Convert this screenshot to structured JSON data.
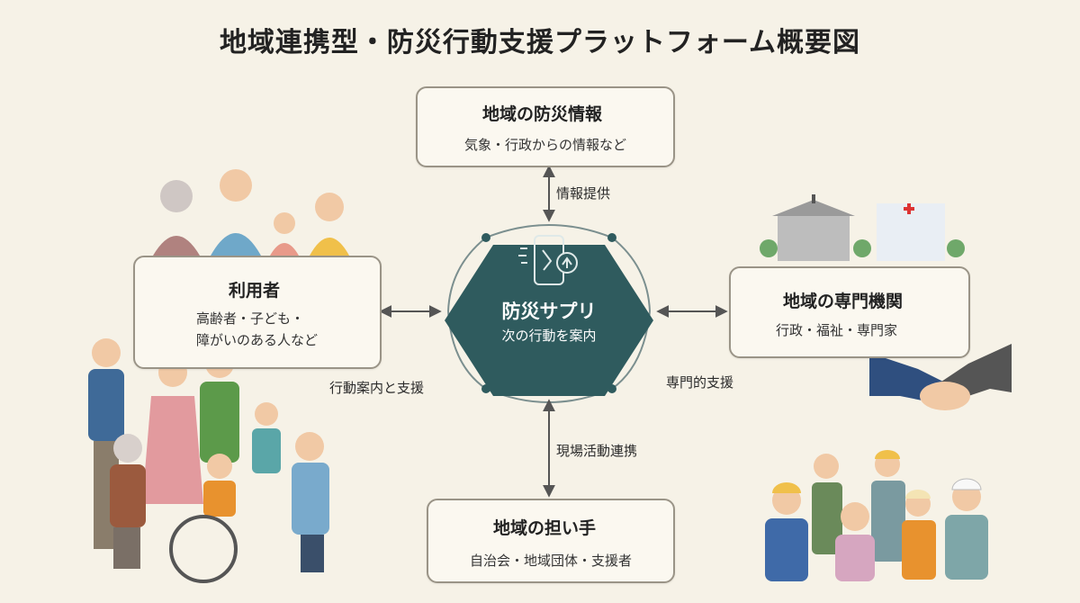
{
  "title": "地域連携型・防災行動支援プラットフォーム概要図",
  "center": {
    "title": "防災サプリ",
    "subtitle": "次の行動を案内"
  },
  "nodes": {
    "info": {
      "title": "地域の防災情報",
      "subtitle": "気象・行政からの情報など",
      "icons": [
        "rain-cloud-icon",
        "megaphone-icon"
      ]
    },
    "users": {
      "title": "利用者",
      "subtitle_line1": "高齢者・子ども・",
      "subtitle_line2": "障がいのある人など",
      "icons": [
        "elderly-couple-icon",
        "child-icon",
        "wheelchair-user-icon",
        "cane-user-icon"
      ]
    },
    "experts": {
      "title": "地域の専門機関",
      "subtitle": "行政・福祉・専門家",
      "icons": [
        "government-building-icon",
        "hospital-icon",
        "handshake-icon"
      ]
    },
    "helpers": {
      "title": "地域の担い手",
      "subtitle": "自治会・地域団体・支援者",
      "icons": [
        "group-icon",
        "megaphone-icon"
      ]
    }
  },
  "edges": {
    "info_to_app": "情報提供",
    "app_to_users": "行動案内と支援",
    "app_to_experts": "専門的支援",
    "app_to_helpers": "現場活動連携"
  },
  "colors": {
    "background": "#f6f2e7",
    "app_fill": "#2f5b5e",
    "arrow": "#555555",
    "box_border": "#9a9487",
    "megaphone": "#e8a317"
  }
}
